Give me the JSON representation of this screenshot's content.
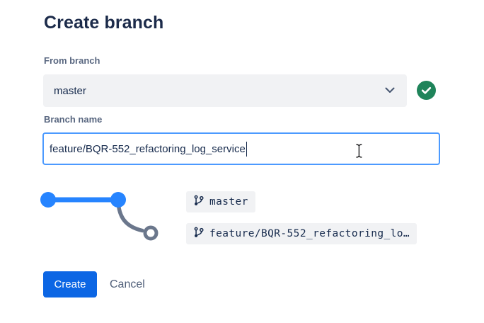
{
  "dialog": {
    "title": "Create branch",
    "from_branch": {
      "label": "From branch",
      "selected_option": "master",
      "chevron_icon": "chevron-down-icon",
      "validation_icon": "check-circle-icon"
    },
    "branch_name": {
      "label": "Branch name",
      "value": "feature/BQR-552_refactoring_log_service"
    },
    "preview": {
      "graph": {
        "description": "two blue commit dots on source line, gray curve to new open-circle branch tip",
        "icon": "branch-graph"
      },
      "source_branch": {
        "icon": "git-branch-icon",
        "label": "master"
      },
      "new_branch": {
        "icon": "git-branch-icon",
        "label": "feature/BQR-552_refactoring_lo…"
      }
    },
    "actions": {
      "create_label": "Create",
      "cancel_label": "Cancel"
    },
    "cursor_icon": "i-beam-text-cursor"
  },
  "colors": {
    "title_text": "#1C2B4A",
    "body_text": "#172B4D",
    "muted_label": "#596780",
    "field_background": "#F1F2F4",
    "focus_border": "#4C9AFF",
    "primary_button": "#0C66E4",
    "graph_blue": "#2684FF",
    "graph_gray": "#6B778C",
    "success_green": "#1F845A",
    "cancel_text": "#505F79"
  }
}
